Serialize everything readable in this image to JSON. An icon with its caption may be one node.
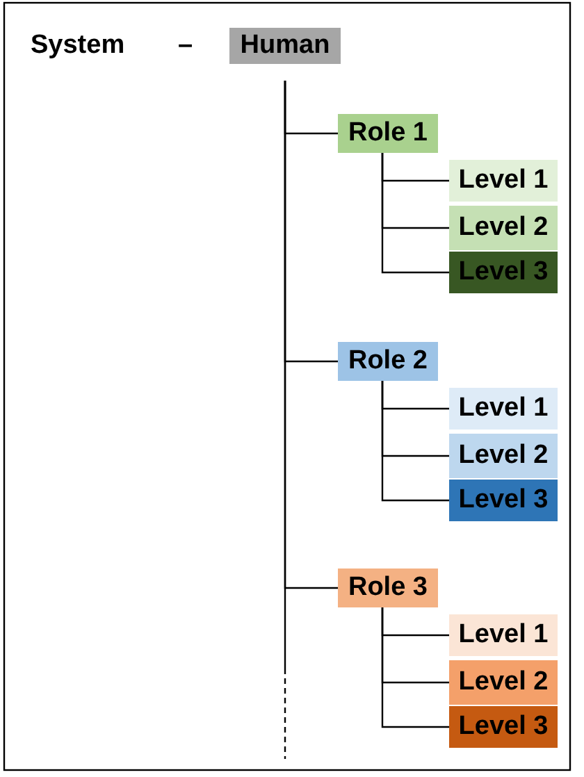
{
  "diagram": {
    "nodes": [
      {
        "text": [
          "Human"
        ]
      },
      {
        "text": [
          "Role 1"
        ]
      },
      {
        "text": [
          "Level 1"
        ]
      },
      {
        "text": [
          "Level 2"
        ]
      },
      {
        "text": [
          "Level 3"
        ]
      },
      {
        "text": [
          "Role 2"
        ]
      },
      {
        "text": [
          "Level 1"
        ]
      },
      {
        "text": [
          "Level 2"
        ]
      },
      {
        "text": [
          "Level 3"
        ]
      },
      {
        "text": [
          "Role 3"
        ]
      },
      {
        "text": [
          "Level 1"
        ]
      },
      {
        "text": [
          "Level 2"
        ]
      },
      {
        "text": [
          "Level 3"
        ]
      }
    ],
    "edges": [
      {
        "from": 0,
        "to": 1,
        "arrow": "none"
      },
      {
        "from": 1,
        "to": 2,
        "arrow": "none"
      },
      {
        "from": 1,
        "to": 3,
        "arrow": "none"
      },
      {
        "from": 1,
        "to": 4,
        "arrow": "none"
      },
      {
        "from": 0,
        "to": 5,
        "arrow": "none"
      },
      {
        "from": 5,
        "to": 6,
        "arrow": "none"
      },
      {
        "from": 5,
        "to": 7,
        "arrow": "none"
      },
      {
        "from": 5,
        "to": 8,
        "arrow": "none"
      },
      {
        "from": 0,
        "to": 9,
        "arrow": "none"
      },
      {
        "from": 9,
        "to": 10,
        "arrow": "none"
      },
      {
        "from": 9,
        "to": 11,
        "arrow": "none"
      },
      {
        "from": 9,
        "to": 12,
        "arrow": "none"
      },
      {
        "from": 0,
        "to": null,
        "arrow": "none",
        "style": "dashed"
      }
    ],
    "labels": [
      "System",
      "–"
    ]
  }
}
